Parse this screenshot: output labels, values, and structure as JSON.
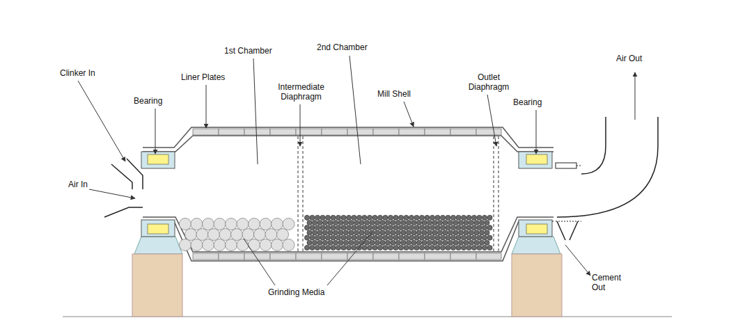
{
  "diagram": {
    "labels": [
      "Clinker In",
      "Air In",
      "Bearing",
      "Liner Plates",
      "1st Chamber",
      "Intermediate Diaphragm",
      "2nd Chamber",
      "Mill Shell",
      "Outlet Diaphragm",
      "Bearing",
      "Air Out",
      "Grinding Media",
      "Cement Out"
    ]
  }
}
